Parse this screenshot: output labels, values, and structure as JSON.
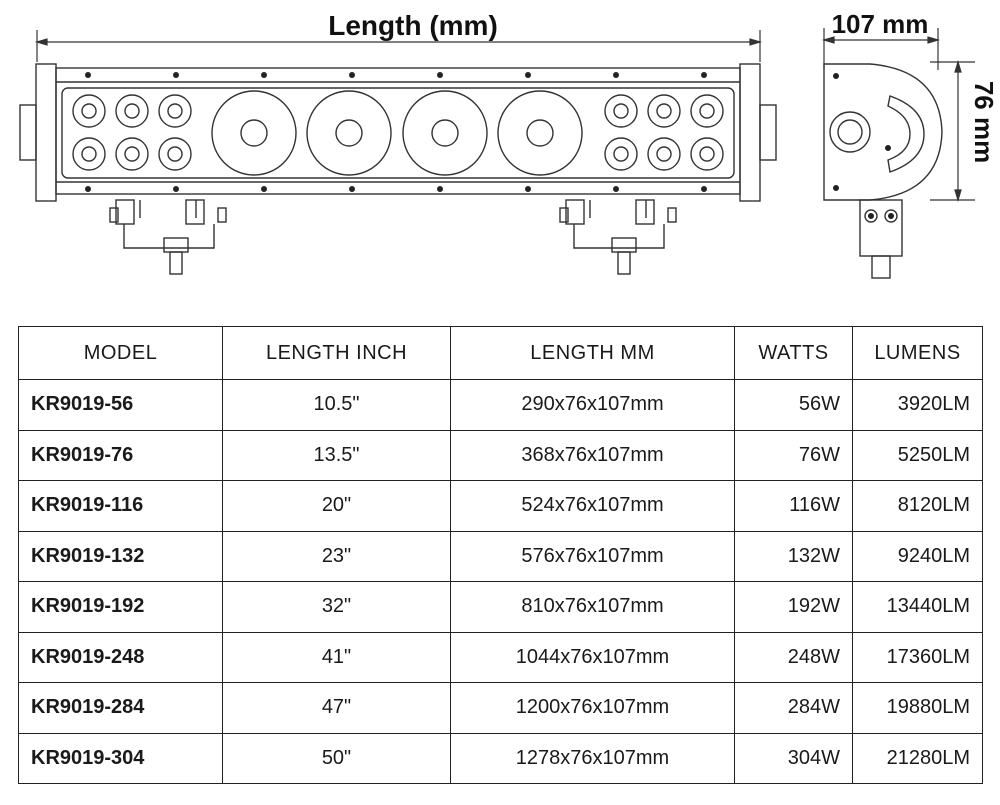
{
  "drawing": {
    "length_label": "Length (mm)",
    "width_label": "107 mm",
    "height_label": "76 mm"
  },
  "table": {
    "headers": [
      "MODEL",
      "LENGTH INCH",
      "LENGTH MM",
      "WATTS",
      "LUMENS"
    ],
    "rows": [
      [
        "KR9019-56",
        "10.5\"",
        "290x76x107mm",
        "56W",
        "3920LM"
      ],
      [
        "KR9019-76",
        "13.5\"",
        "368x76x107mm",
        "76W",
        "5250LM"
      ],
      [
        "KR9019-116",
        "20\"",
        "524x76x107mm",
        "116W",
        "8120LM"
      ],
      [
        "KR9019-132",
        "23\"",
        "576x76x107mm",
        "132W",
        "9240LM"
      ],
      [
        "KR9019-192",
        "32\"",
        "810x76x107mm",
        "192W",
        "13440LM"
      ],
      [
        "KR9019-248",
        "41\"",
        "1044x76x107mm",
        "248W",
        "17360LM"
      ],
      [
        "KR9019-284",
        "47\"",
        "1200x76x107mm",
        "284W",
        "19880LM"
      ],
      [
        "KR9019-304",
        "50\"",
        "1278x76x107mm",
        "304W",
        "21280LM"
      ]
    ]
  }
}
